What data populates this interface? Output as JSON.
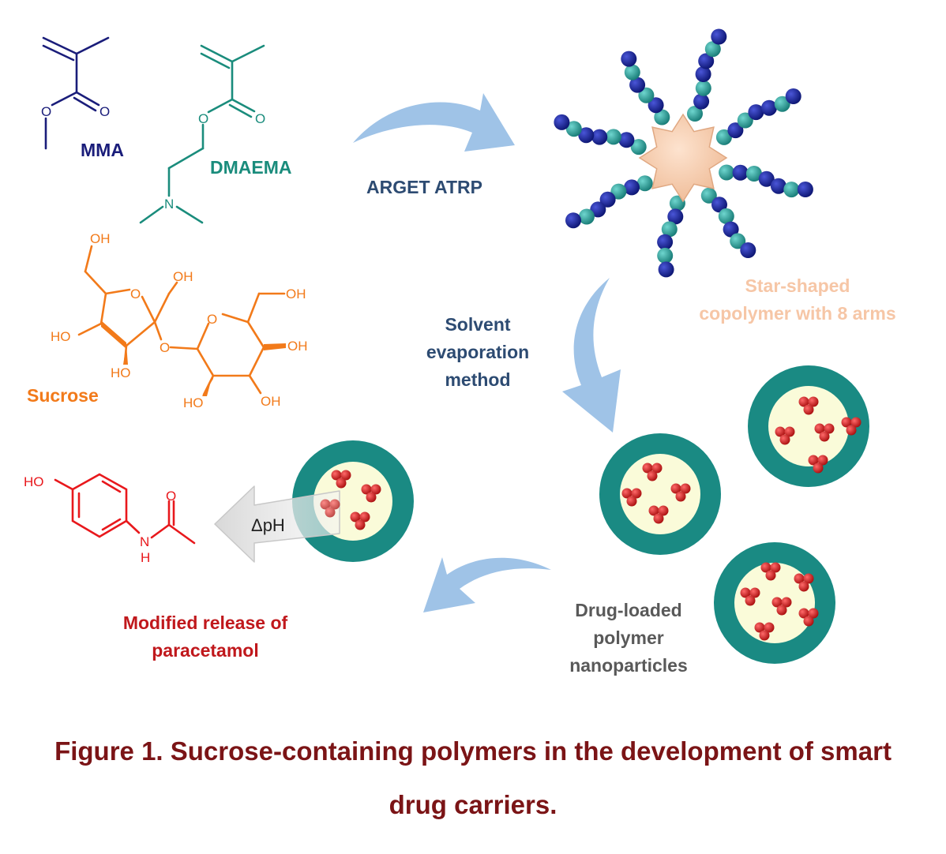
{
  "labels": {
    "mma": "MMA",
    "dmaema": "DMAEMA",
    "sucrose": "Sucrose",
    "reaction": "ARGET ATRP",
    "star_line1": "Star-shaped",
    "star_line2": "copolymer with 8 arms",
    "solvent_line1": "Solvent",
    "solvent_line2": "evaporation",
    "solvent_line3": "method",
    "drug_line1": "Drug-loaded",
    "drug_line2": "polymer",
    "drug_line3": "nanoparticles",
    "release_line1": "Modified release of",
    "release_line2": "paracetamol",
    "delta_ph": "ΔpH"
  },
  "atoms": {
    "o": "O",
    "n": "N",
    "h": "H",
    "oh": "OH",
    "ho": "HO"
  },
  "caption": {
    "line1": "Figure 1. Sucrose-containing polymers in the development of smart",
    "line2": "drug carriers."
  },
  "colors": {
    "mma": "#1a1d7a",
    "dmaema": "#1a8c7c",
    "sucrose": "#f27a1a",
    "paracetamol": "#e8181c",
    "reaction_text": "#2d4b72",
    "star_text": "#f6c6a6",
    "drug_text": "#595959",
    "release_text": "#c0181c",
    "caption": "#7b1416",
    "arrow": "#9fc3e7",
    "particle_shell": "#1a8a83",
    "particle_core": "#fafbd9",
    "drug": "#d51717",
    "bead_dark": "#111d88",
    "bead_teal": "#2a9b95",
    "star_core": "#f7cfb0"
  }
}
